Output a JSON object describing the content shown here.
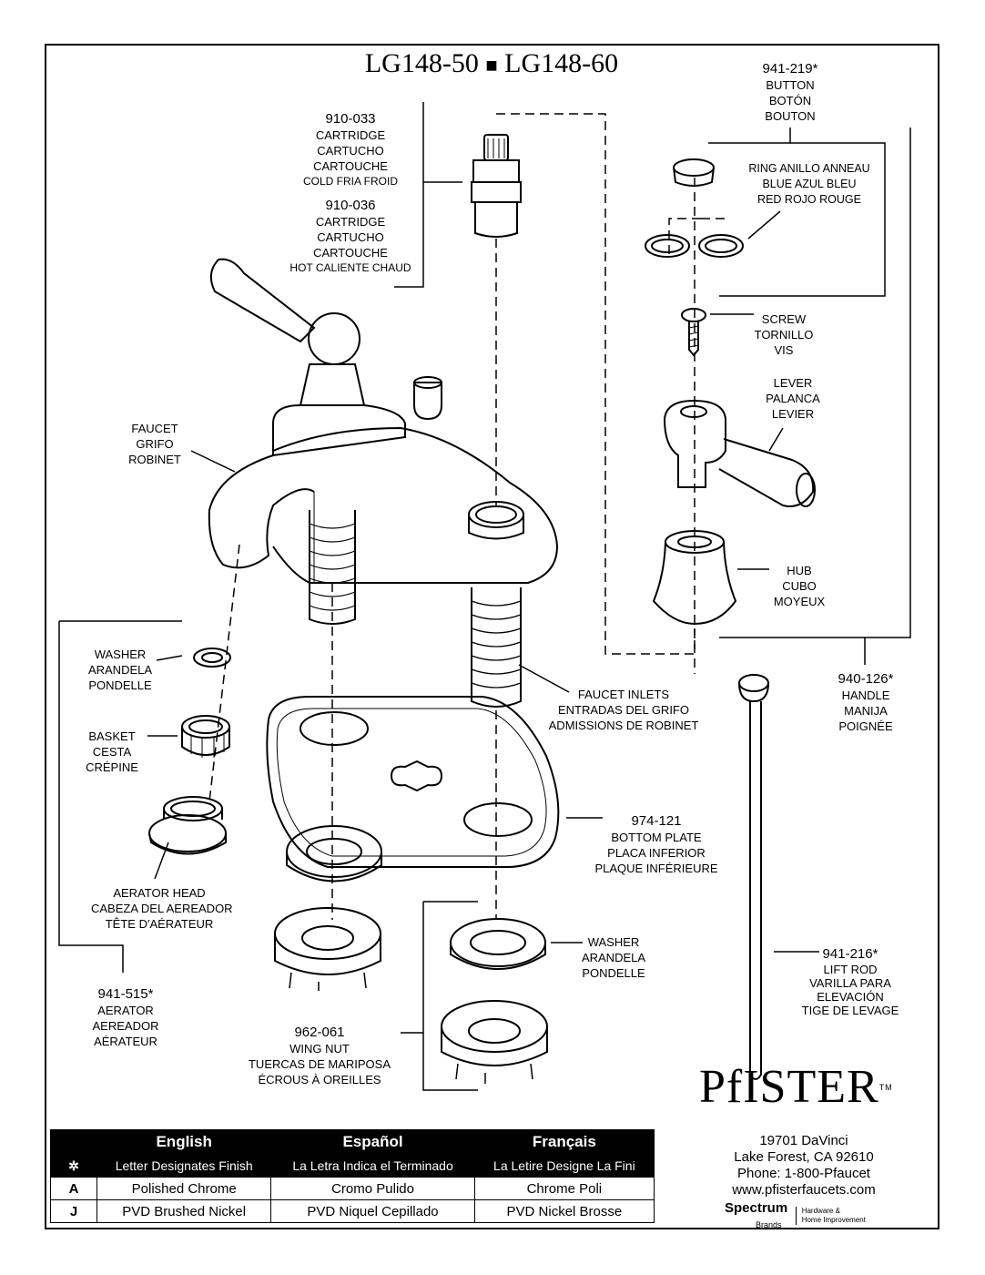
{
  "title": {
    "left": "LG148-50",
    "sep": "■",
    "right": "LG148-60"
  },
  "parts": {
    "button": {
      "number": "941-219*",
      "lines": [
        "BUTTON",
        "BOTÓN",
        "BOUTON"
      ]
    },
    "ring": {
      "lines": [
        "RING ANILLO ANNEAU",
        "BLUE AZUL BLEU",
        "RED ROJO ROUGE"
      ]
    },
    "cartridge_cold": {
      "number": "910-033",
      "lines": [
        "CARTRIDGE",
        "CARTUCHO",
        "CARTOUCHE",
        "COLD FRIA FROID"
      ]
    },
    "cartridge_hot": {
      "number": "910-036",
      "lines": [
        "CARTRIDGE",
        "CARTUCHO",
        "CARTOUCHE",
        "HOT CALIENTE CHAUD"
      ]
    },
    "screw": {
      "lines": [
        "SCREW",
        "TORNILLO",
        "VIS"
      ]
    },
    "lever": {
      "lines": [
        "LEVER",
        "PALANCA",
        "LEVIER"
      ]
    },
    "faucet": {
      "lines": [
        "FAUCET",
        "GRIFO",
        "ROBINET"
      ]
    },
    "hub": {
      "lines": [
        "HUB",
        "CUBO",
        "MOYEUX"
      ]
    },
    "washer_left": {
      "lines": [
        "WASHER",
        "ARANDELA",
        "PONDELLE"
      ]
    },
    "handle": {
      "number": "940-126*",
      "lines": [
        "HANDLE",
        "MANIJA",
        "POIGNÉE"
      ]
    },
    "faucet_inlets": {
      "lines": [
        "FAUCET INLETS",
        "ENTRADAS DEL GRIFO",
        "ADMISSIONS DE ROBINET"
      ]
    },
    "basket": {
      "lines": [
        "BASKET",
        "CESTA",
        "CRÉPINE"
      ]
    },
    "bottom_plate": {
      "number": "974-121",
      "lines": [
        "BOTTOM PLATE",
        "PLACA INFERIOR",
        "PLAQUE INFÉRIEURE"
      ]
    },
    "aerator_head": {
      "lines": [
        "AERATOR HEAD",
        "CABEZA DEL AEREADOR",
        "TÊTE D'AÉRATEUR"
      ]
    },
    "washer_right": {
      "lines": [
        "WASHER",
        "ARANDELA",
        "PONDELLE"
      ]
    },
    "lift_rod": {
      "number": "941-216*",
      "lines": [
        "LIFT ROD",
        "VARILLA PARA",
        "ELEVACIÓN",
        "TIGE DE LEVAGE"
      ]
    },
    "aerator": {
      "number": "941-515*",
      "lines": [
        "AERATOR",
        "AEREADOR",
        "AÉRATEUR"
      ]
    },
    "wing_nut": {
      "number": "962-061",
      "lines": [
        "WING NUT",
        "TUERCAS DE MARIPOSA",
        "ÉCROUS À OREILLES"
      ]
    }
  },
  "finish_table": {
    "headers": [
      "English",
      "Español",
      "Français"
    ],
    "star": "✲",
    "subheaders": [
      "Letter Designates Finish",
      "La Letra Indica el Terminado",
      "La Letire Designe La Fini"
    ],
    "rows": [
      {
        "code": "A",
        "cells": [
          "Polished Chrome",
          "Cromo Pulido",
          "Chrome Poli"
        ]
      },
      {
        "code": "J",
        "cells": [
          "PVD Brushed Nickel",
          "PVD Niquel Cepillado",
          "PVD Nickel Brosse"
        ]
      }
    ]
  },
  "logo": {
    "text": "PfISTER",
    "tm": "TM"
  },
  "address": [
    "19701 DaVinci",
    "Lake Forest, CA 92610",
    "Phone: 1-800-Pfaucet",
    "www.pfisterfaucets.com"
  ],
  "brand": {
    "name": "Spectrum",
    "sub": "Brands",
    "tag1": "Hardware &",
    "tag2": "Home Improvement"
  }
}
